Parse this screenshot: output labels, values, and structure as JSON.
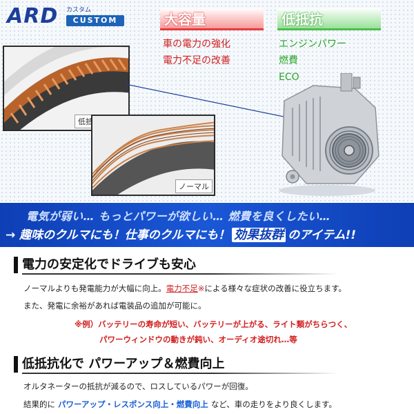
{
  "logo": {
    "brand": "ARD",
    "kana": "カスタム",
    "custom": "CUSTOM"
  },
  "features": {
    "capacity": {
      "title": "大容量",
      "items": [
        "車の電力の強化",
        "電力不足の改善"
      ]
    },
    "resistance": {
      "title": "低抵抗",
      "items": [
        "エンジンパワー",
        "燃費",
        "ECO"
      ]
    }
  },
  "images": {
    "coil_low": "低抵抗コイル",
    "coil_normal": "ノーマル"
  },
  "band": {
    "line1": "電気が弱い… もっとパワーが欲しい… 燃費を良くしたい…",
    "line2_pre": "→ 趣味のクルマにも！仕事のクルマにも！",
    "line2_highlight": "効果抜群",
    "line2_post": "のアイテム!!"
  },
  "section1": {
    "heading": "電力の安定化でドライブも安心",
    "p1_pre": "ノーマルよりも発電能力が大幅に向上。",
    "p1_red": "電力不足",
    "p1_mark": "※",
    "p1_post": "による様々な症状の改善に役立ちます。",
    "p2": "また、発電に余裕があれば電装品の追加が可能に。",
    "example1": "※例）バッテリーの寿命が短い、バッテリーが上がる、ライト類がちらつく、",
    "example2": "パワーウィンドウの動きが鈍い、オーディオ途切れ…等"
  },
  "section2": {
    "heading": "低抵抗化で パワーアップ＆燃費向上",
    "p1": "オルタネーターの抵抗が減るので、ロスしているパワーが回復。",
    "p2_pre": "結果的に",
    "p2_blue": "パワーアップ・レスポンス向上・燃費向上",
    "p2_post": "など、車の走りをより良くします。"
  },
  "colors": {
    "blue": "#1d3f9a",
    "red": "#d11f1f",
    "green": "#26a526",
    "band": "#0e3fb5"
  }
}
